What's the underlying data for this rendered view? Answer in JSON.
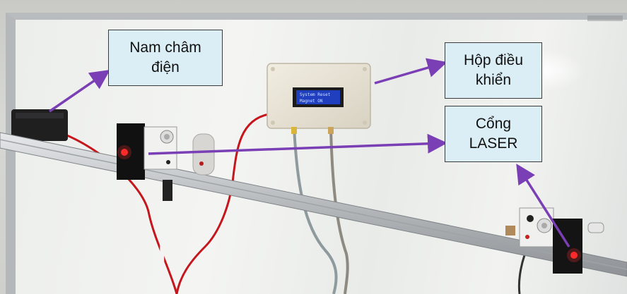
{
  "labels": {
    "electromagnet": [
      "Nam châm",
      "điện"
    ],
    "control_box": [
      "Hộp điều",
      "khiển"
    ],
    "laser_gate": [
      "Cổng",
      "LASER"
    ]
  },
  "lcd": {
    "line1": "System Reset",
    "line2": "Magnet ON"
  },
  "colors": {
    "arrow": "#7b3fb5",
    "label_bg": "#dbeef6",
    "lcd_bg": "#1f3fbf",
    "lcd_text": "#cfe0ff",
    "cable_red": "#c4161c"
  }
}
